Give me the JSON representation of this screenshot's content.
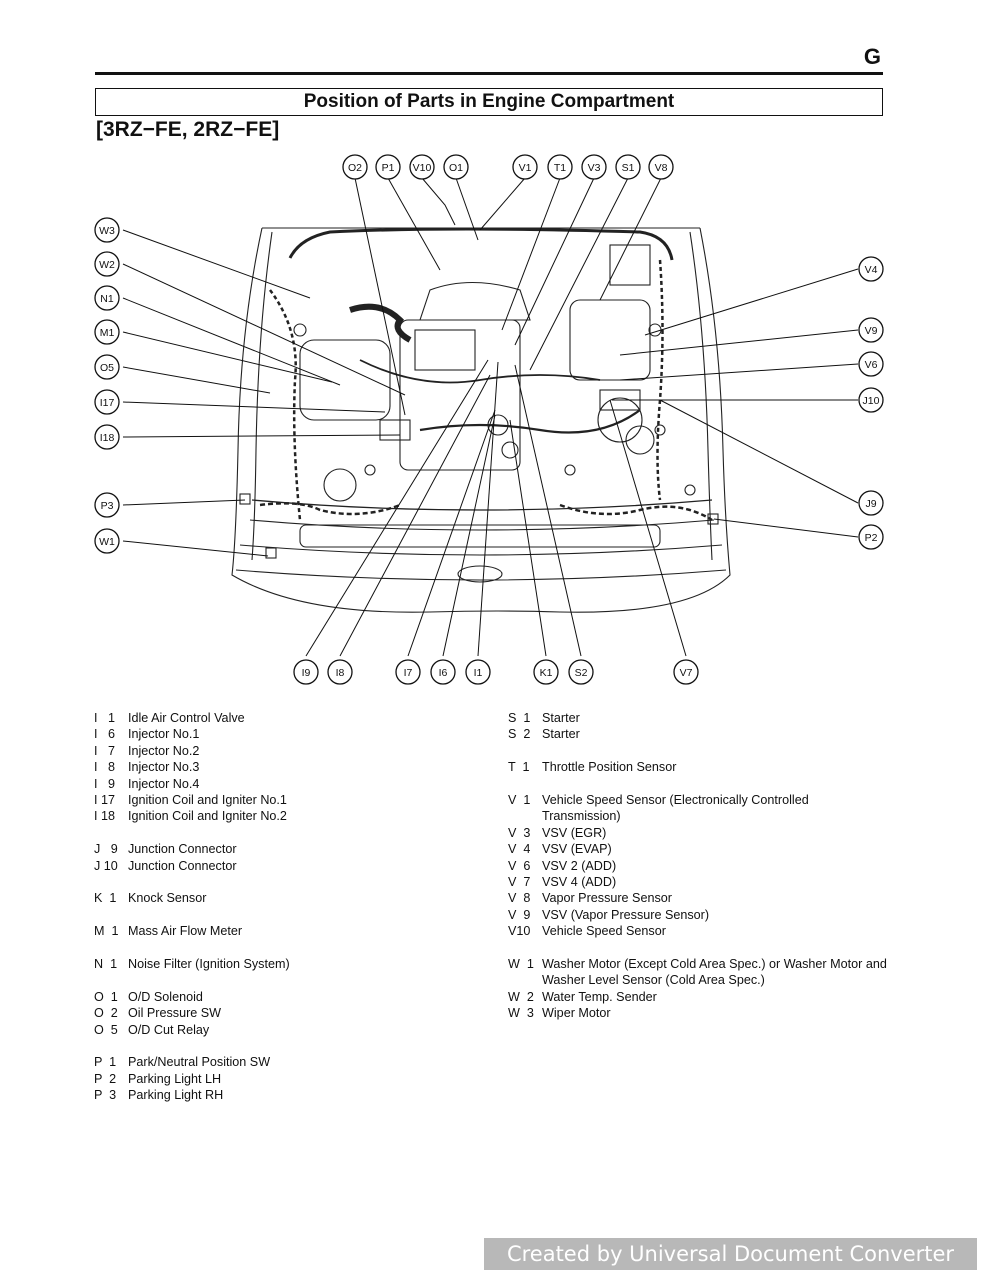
{
  "header": {
    "section_letter": "G",
    "title": "Position of Parts in Engine Compartment",
    "subtitle": "[3RZ−FE, 2RZ−FE]"
  },
  "callouts": {
    "top": [
      "O2",
      "P1",
      "V10",
      "O1",
      "V1",
      "T1",
      "V3",
      "S1",
      "V8"
    ],
    "left": [
      "W3",
      "W2",
      "N1",
      "M1",
      "O5",
      "I17",
      "I18",
      "P3",
      "W1"
    ],
    "right": [
      "V4",
      "V9",
      "V6",
      "J10",
      "J9",
      "P2"
    ],
    "bottom": [
      "I9",
      "I8",
      "I7",
      "I6",
      "I1",
      "K1",
      "S2",
      "V7"
    ]
  },
  "legend_left": [
    {
      "code": "I   1",
      "desc": "Idle Air Control Valve"
    },
    {
      "code": "I   6",
      "desc": "Injector No.1"
    },
    {
      "code": "I   7",
      "desc": "Injector No.2"
    },
    {
      "code": "I   8",
      "desc": "Injector No.3"
    },
    {
      "code": "I   9",
      "desc": "Injector No.4"
    },
    {
      "code": "I 17",
      "desc": "Ignition Coil and Igniter No.1"
    },
    {
      "code": "I 18",
      "desc": "Ignition Coil and Igniter No.2"
    },
    {
      "gap": true
    },
    {
      "code": "J   9",
      "desc": "Junction Connector"
    },
    {
      "code": "J 10",
      "desc": "Junction Connector"
    },
    {
      "gap": true
    },
    {
      "code": "K  1",
      "desc": "Knock Sensor"
    },
    {
      "gap": true
    },
    {
      "code": "M  1",
      "desc": "Mass Air Flow Meter"
    },
    {
      "gap": true
    },
    {
      "code": "N  1",
      "desc": "Noise Filter (Ignition System)"
    },
    {
      "gap": true
    },
    {
      "code": "O  1",
      "desc": "O/D Solenoid"
    },
    {
      "code": "O  2",
      "desc": "Oil Pressure SW"
    },
    {
      "code": "O  5",
      "desc": "O/D Cut Relay"
    },
    {
      "gap": true
    },
    {
      "code": "P  1",
      "desc": "Park/Neutral Position SW"
    },
    {
      "code": "P  2",
      "desc": "Parking Light LH"
    },
    {
      "code": "P  3",
      "desc": "Parking Light RH"
    }
  ],
  "legend_right": [
    {
      "code": "S  1",
      "desc": "Starter"
    },
    {
      "code": "S  2",
      "desc": "Starter"
    },
    {
      "gap": true
    },
    {
      "code": "T  1",
      "desc": "Throttle Position Sensor"
    },
    {
      "gap": true
    },
    {
      "code": "V  1",
      "desc": "Vehicle Speed Sensor (Electronically Controlled Transmission)"
    },
    {
      "code": "V  3",
      "desc": "VSV (EGR)"
    },
    {
      "code": "V  4",
      "desc": "VSV (EVAP)"
    },
    {
      "code": "V  6",
      "desc": "VSV 2 (ADD)"
    },
    {
      "code": "V  7",
      "desc": "VSV 4 (ADD)"
    },
    {
      "code": "V  8",
      "desc": "Vapor Pressure Sensor"
    },
    {
      "code": "V  9",
      "desc": "VSV (Vapor Pressure Sensor)"
    },
    {
      "code": "V10",
      "desc": "Vehicle Speed Sensor"
    },
    {
      "gap": true
    },
    {
      "code": "W  1",
      "desc": "Washer Motor (Except Cold Area Spec.) or Washer Motor and Washer Level Sensor (Cold Area Spec.)"
    },
    {
      "code": "W  2",
      "desc": "Water Temp. Sender"
    },
    {
      "code": "W  3",
      "desc": "Wiper Motor"
    }
  ],
  "watermark": "Created by Universal Document Converter"
}
